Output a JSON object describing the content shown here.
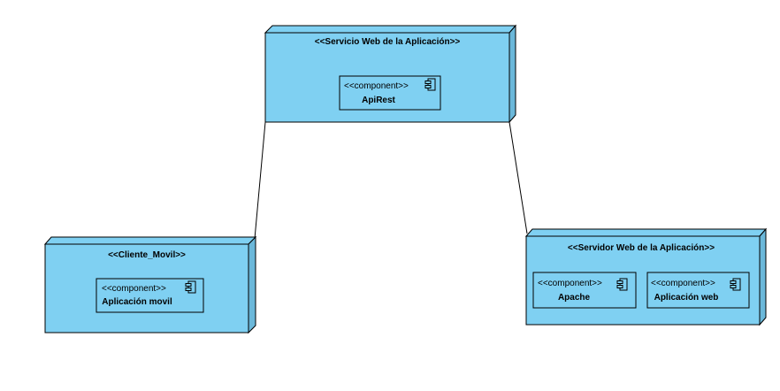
{
  "colors": {
    "node_face": "#7FD0F2",
    "node_side": "#6BB8DA",
    "border": "#000000",
    "background": "#FFFFFF"
  },
  "nodes": {
    "servicio": {
      "title": "<<Servicio Web de la Aplicación>>",
      "components": [
        {
          "stereotype": "<<component>>",
          "name": "ApiRest",
          "icon": "component-icon"
        }
      ]
    },
    "cliente": {
      "title": "<<Cliente_Movil>>",
      "components": [
        {
          "stereotype": "<<component>>",
          "name": "Aplicación movil",
          "icon": "component-icon"
        }
      ]
    },
    "servidor": {
      "title": "<<Servidor Web de la Aplicación>>",
      "components": [
        {
          "stereotype": "<<component>>",
          "name": "Apache",
          "icon": "component-icon"
        },
        {
          "stereotype": "<<component>>",
          "name": "Aplicación web",
          "icon": "component-icon"
        }
      ]
    }
  },
  "connections": [
    {
      "from": "servicio",
      "to": "cliente"
    },
    {
      "from": "servicio",
      "to": "servidor"
    }
  ]
}
